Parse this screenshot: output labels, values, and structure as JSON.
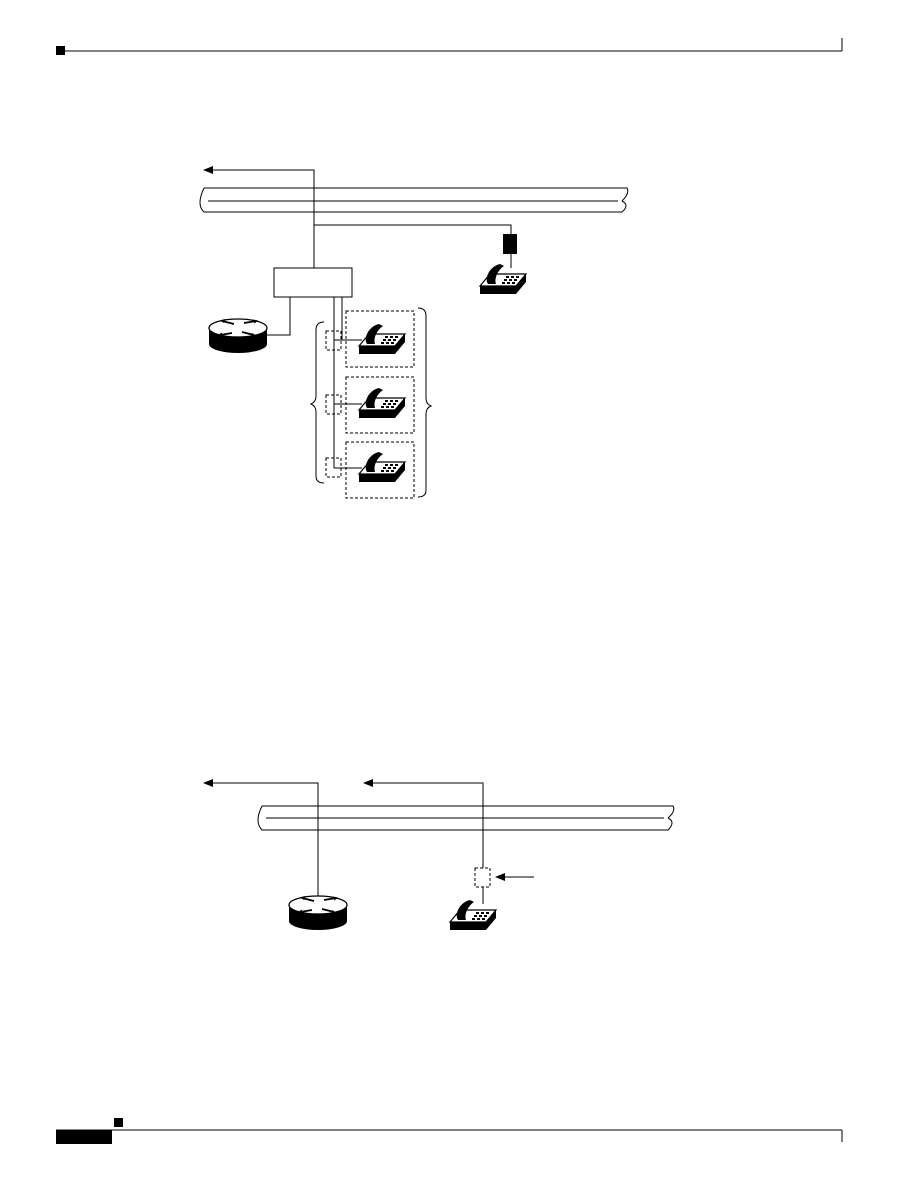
{
  "page": {
    "background": "#ffffff",
    "ink": "#000000"
  },
  "icons": {
    "router": "router-icon",
    "phone": "ip-phone-icon",
    "endpoint": "endpoint-device-icon"
  },
  "diagram_top": {
    "phones_in_group": 3,
    "standalone_phones": 1,
    "routers": 1
  },
  "diagram_bottom": {
    "phones": 1,
    "routers": 1
  }
}
